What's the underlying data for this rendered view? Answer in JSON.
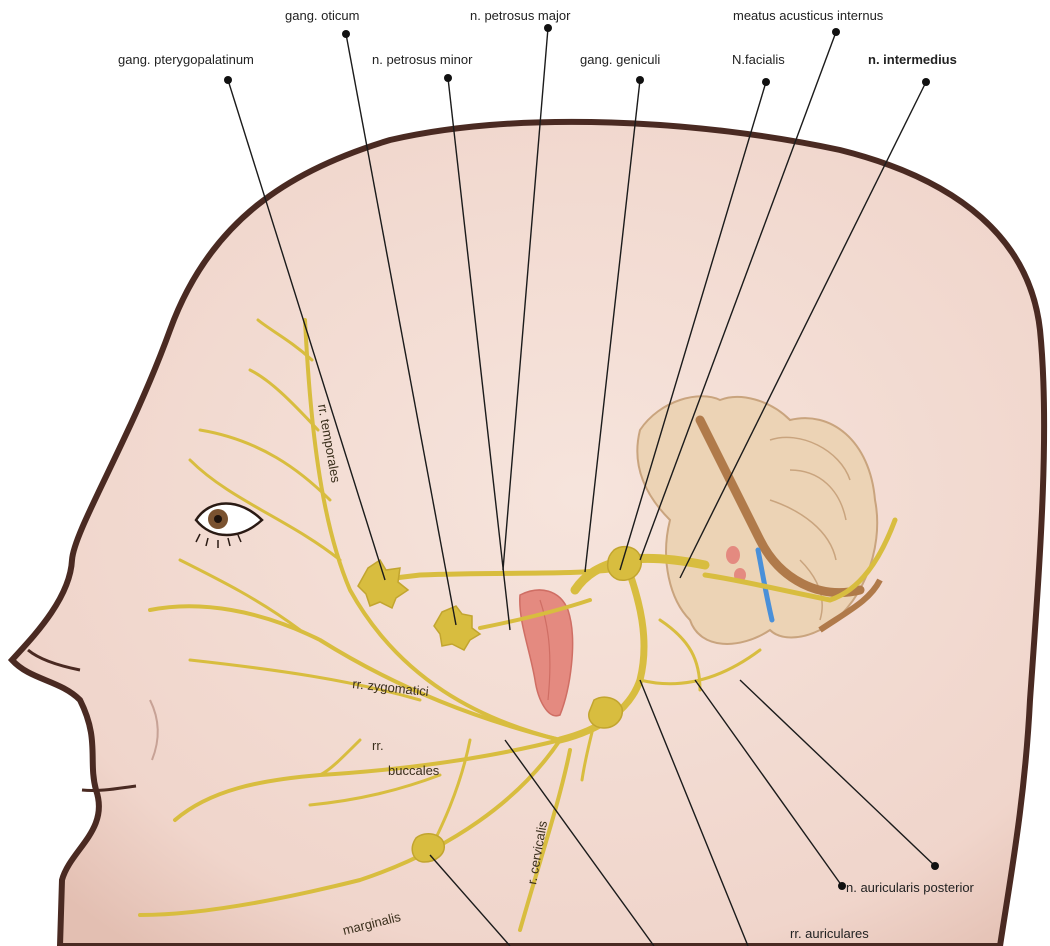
{
  "labels": {
    "gang_oticum": "gang. oticum",
    "n_petrosus_major": "n. petrosus major",
    "meatus_acusticus_internus": "meatus acusticus internus",
    "gang_pterygopalatinum": "gang. pterygopalatinum",
    "n_petrosus_minor": "n. petrosus minor",
    "gang_geniculi": "gang. geniculi",
    "n_facialis": "N.facialis",
    "n_intermedius": "n. intermedius",
    "n_auricularis_posterior": "n. auricularis posterior",
    "rr_auriculares": "rr. auriculares"
  },
  "branch_labels": {
    "rr_temporales": "rr. temporales",
    "rr_zygomatici": "rr. zygomatici",
    "rr_buccales_1": "rr.",
    "rr_buccales_2": "buccales",
    "r_cervicalis": "r. cervicalis",
    "marginalis": "marginalis"
  },
  "colors": {
    "skin": "#f3ddd5",
    "outline": "#4a2a22",
    "nerve": "#d8bd3f",
    "brain": "#ecd3b5",
    "brainstem": "#b07a4a",
    "gland": "#e48a80",
    "canal": "#4a90d9"
  }
}
